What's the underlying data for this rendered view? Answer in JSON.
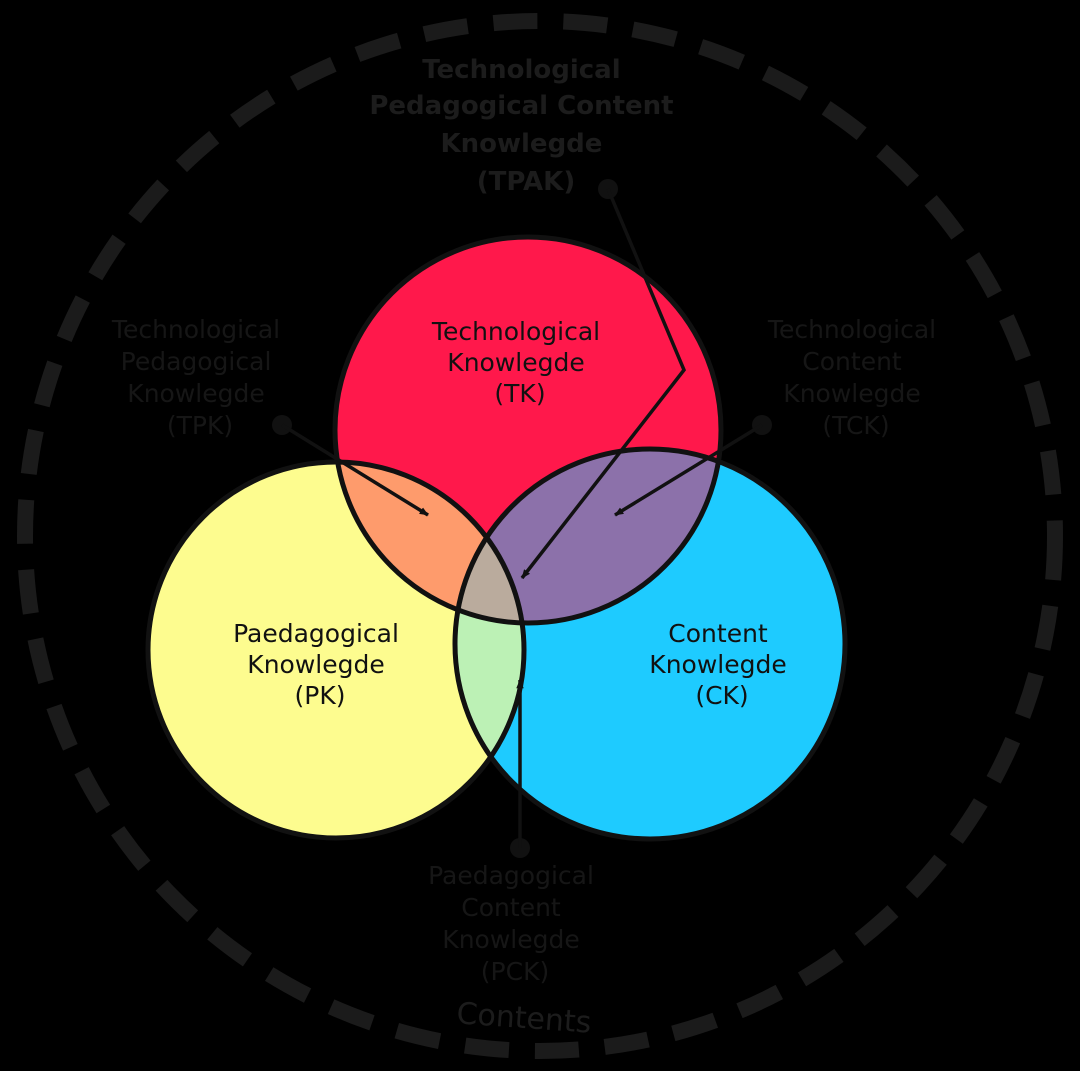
{
  "colors": {
    "background": "#000000",
    "tk": "#ff184b",
    "pk": "#fdfc8f",
    "ck": "#1ecbff",
    "tpk": "#fe9b6c",
    "tck": "#8c71aa",
    "pck": "#bcf1b5",
    "tpack": "#baab9d",
    "outline": "#111111"
  },
  "circles": {
    "tk": {
      "lines": [
        "Technological",
        "Knowlegde",
        "(TK)"
      ]
    },
    "pk": {
      "lines": [
        "Paedagogical",
        "Knowlegde",
        "(PK)"
      ]
    },
    "ck": {
      "lines": [
        "Content",
        "Knowlegde",
        "(CK)"
      ]
    }
  },
  "intersections": {
    "tpak": {
      "lines": [
        "Technological",
        "Pedagogical Content",
        "Knowlegde",
        "(TPAK)"
      ]
    },
    "tpk": {
      "lines": [
        "Technological",
        "Pedagogical",
        "Knowlegde",
        "(TPK)"
      ]
    },
    "tck": {
      "lines": [
        "Technological",
        "Content",
        "Knowlegde",
        "(TCK)"
      ]
    },
    "pck": {
      "lines": [
        "Paedagogical",
        "Content",
        "Knowlegde",
        "(PCK)"
      ]
    }
  },
  "context_label": "Contents"
}
